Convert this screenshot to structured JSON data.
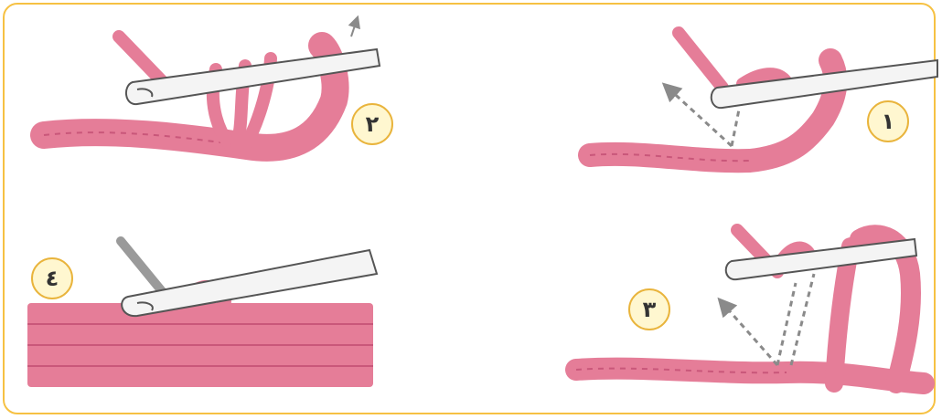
{
  "colors": {
    "frame": "#f6c143",
    "badge_fill": "#fff7d0",
    "badge_border": "#e9b43c",
    "yarn": "#e57d98",
    "yarn_dark": "#c9577a",
    "hook_fill": "#f4f4f4",
    "hook_outline": "#555555",
    "arrow": "#8a8a8a"
  },
  "steps": [
    {
      "number": "١",
      "icon": "crochet-hook-inserting-into-chain"
    },
    {
      "number": "٢",
      "icon": "crochet-hook-with-loops"
    },
    {
      "number": "٣",
      "icon": "crochet-hook-yarn-over-pull-through"
    },
    {
      "number": "٤",
      "icon": "crochet-hook-working-rows"
    }
  ]
}
